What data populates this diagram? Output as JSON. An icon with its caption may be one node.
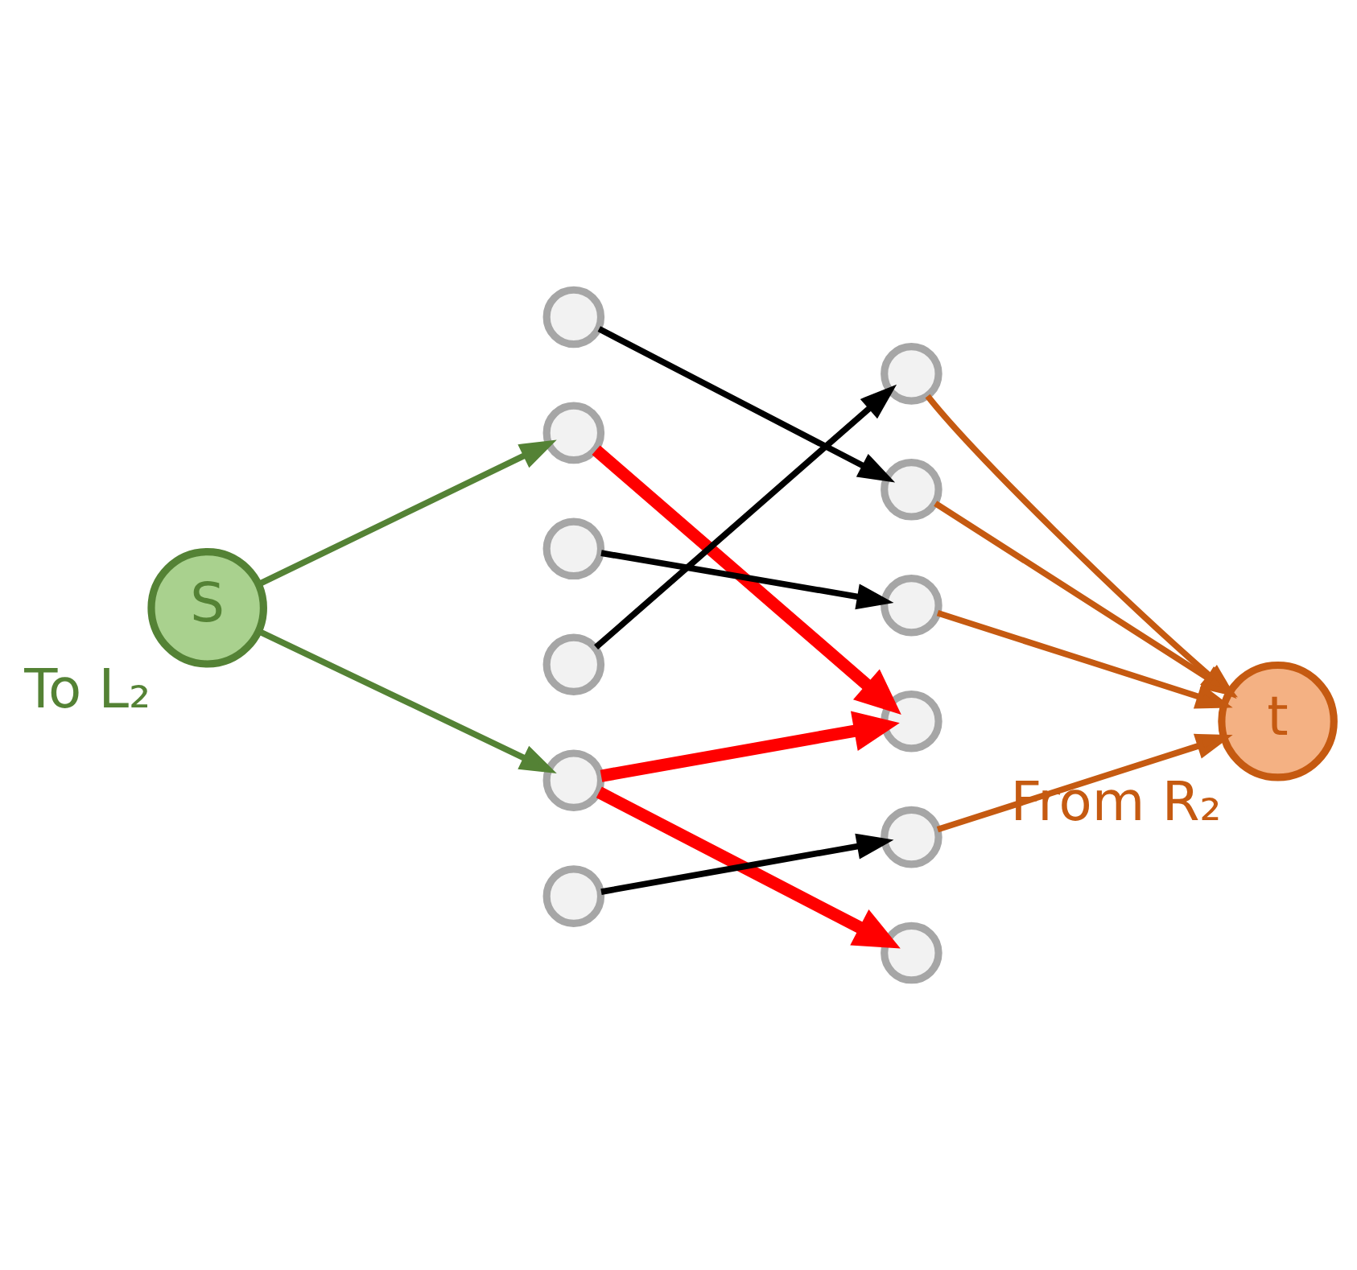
{
  "diagram": {
    "nodes": [
      {
        "text": [
          "S"
        ],
        "beside": [
          "To L₂"
        ]
      },
      {
        "text": [],
        "shape": "circle"
      },
      {
        "text": [],
        "shape": "circle"
      },
      {
        "text": [],
        "shape": "circle"
      },
      {
        "text": [],
        "shape": "circle"
      },
      {
        "text": [],
        "shape": "circle"
      },
      {
        "text": [],
        "shape": "circle"
      },
      {
        "text": [],
        "shape": "circle"
      },
      {
        "text": [],
        "shape": "circle"
      },
      {
        "text": [],
        "shape": "circle"
      },
      {
        "text": [],
        "shape": "circle"
      },
      {
        "text": [],
        "shape": "circle"
      },
      {
        "text": [],
        "shape": "circle"
      },
      {
        "text": [
          "t"
        ],
        "beside": [
          "From R₂"
        ]
      }
    ],
    "edges": [
      {
        "from": 0,
        "to": 2,
        "arrow": "to",
        "color": "#548235"
      },
      {
        "from": 0,
        "to": 5,
        "arrow": "to",
        "color": "#548235"
      },
      {
        "from": 1,
        "to": 8,
        "arrow": "to"
      },
      {
        "from": 2,
        "to": 10,
        "arrow": "to",
        "style": "thick",
        "color": "#ff0000"
      },
      {
        "from": 3,
        "to": 9,
        "arrow": "to"
      },
      {
        "from": 4,
        "to": 7,
        "arrow": "to"
      },
      {
        "from": 5,
        "to": 10,
        "arrow": "to",
        "style": "thick",
        "color": "#ff0000"
      },
      {
        "from": 5,
        "to": 12,
        "arrow": "to",
        "style": "thick",
        "color": "#ff0000"
      },
      {
        "from": 6,
        "to": 11,
        "arrow": "to"
      },
      {
        "from": 7,
        "to": 13,
        "arrow": "to",
        "color": "#c55a11"
      },
      {
        "from": 8,
        "to": 13,
        "arrow": "to",
        "color": "#c55a11"
      },
      {
        "from": 9,
        "to": 13,
        "arrow": "to",
        "color": "#c55a11"
      },
      {
        "from": 11,
        "to": 13,
        "arrow": "to",
        "color": "#c55a11"
      }
    ]
  }
}
